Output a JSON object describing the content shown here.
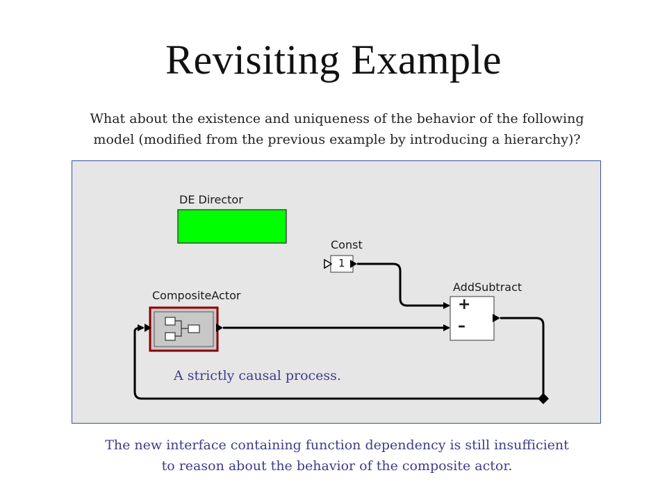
{
  "slide": {
    "title": "Revisiting Example",
    "intro_lines": [
      "What about the existence and uniqueness of the behavior of the following",
      "model (modified from the previous example by introducing a hierarchy)?"
    ],
    "conclusion_lines": [
      "The new interface containing function dependency is still insufficient",
      "to reason about the behavior of the composite actor."
    ]
  },
  "diagram": {
    "director_label": "DE Director",
    "const_label": "Const",
    "const_value": "1",
    "composite_label": "CompositeActor",
    "addsubtract_label": "AddSubtract",
    "plus_sign": "+",
    "minus_sign": "–",
    "note": "A strictly causal process.",
    "colors": {
      "director_fill": "#00ff00",
      "composite_border": "#8b0000",
      "note_text": "#3c3c8c",
      "canvas_bg": "#e6e6e6",
      "frame_border": "#3a4fa8"
    }
  }
}
